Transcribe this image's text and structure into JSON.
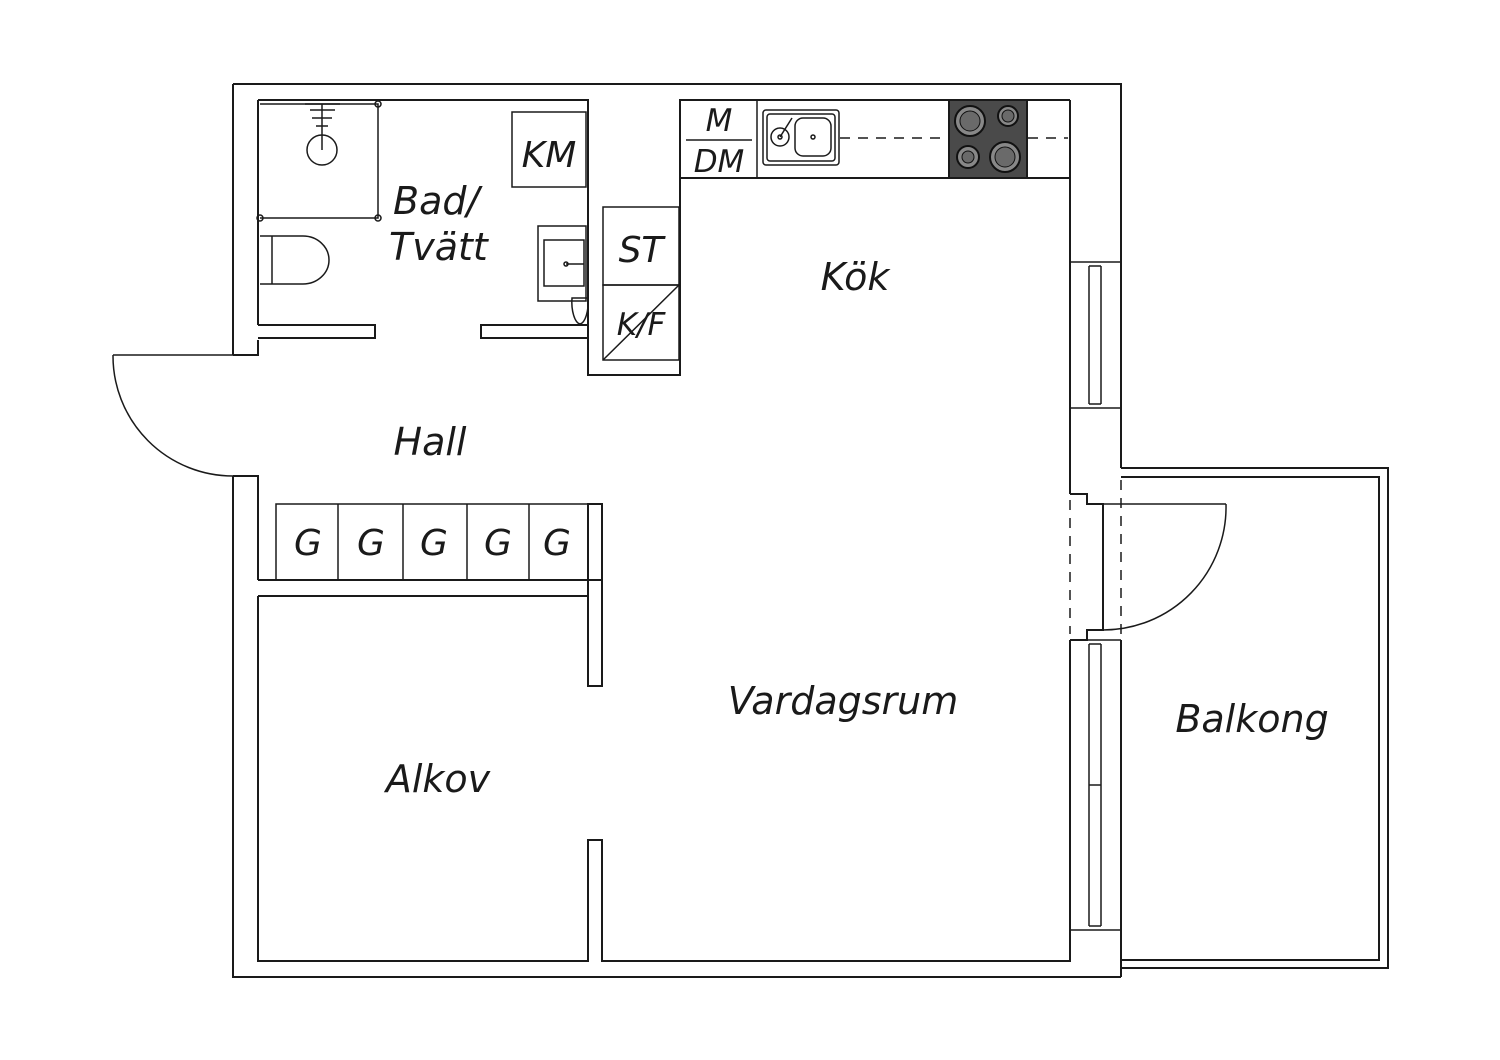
{
  "rooms": {
    "bad_line1": "Bad/",
    "bad_line2": "Tvätt",
    "kok": "Kök",
    "hall": "Hall",
    "vardagsrum": "Vardagsrum",
    "alkov": "Alkov",
    "balkong": "Balkong"
  },
  "fixtures": {
    "km": "KM",
    "m": "M",
    "dm": "DM",
    "st": "ST",
    "kf": "K/F",
    "wardrobes": [
      "G",
      "G",
      "G",
      "G",
      "G"
    ]
  },
  "colors": {
    "line": "#1a1a1a",
    "stove": "#4a4a4a",
    "background": "#ffffff"
  }
}
